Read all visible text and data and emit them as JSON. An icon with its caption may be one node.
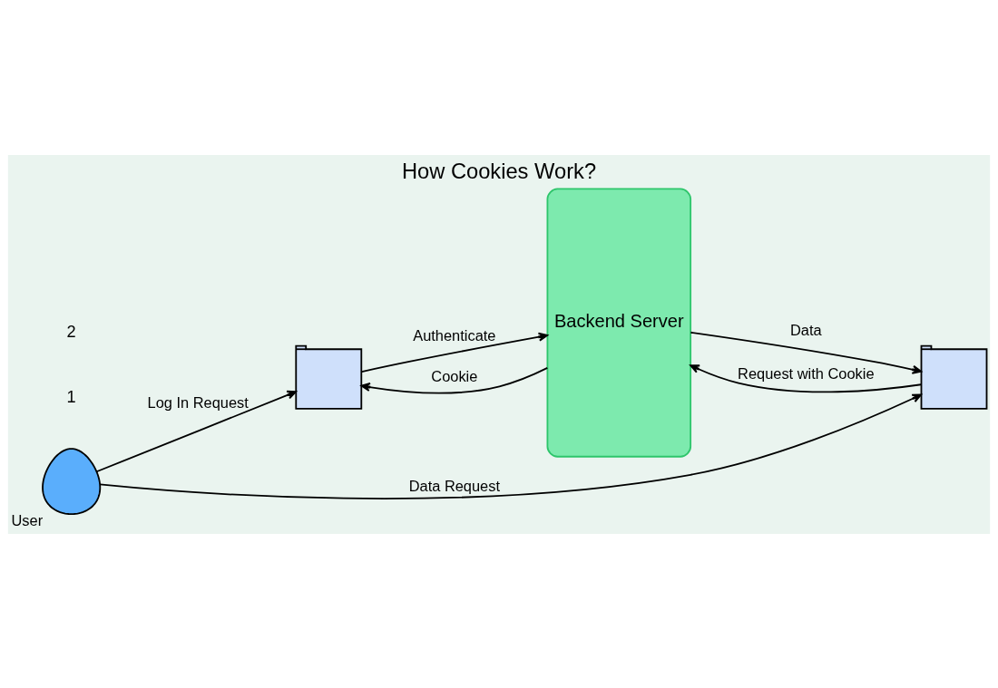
{
  "diagram": {
    "title": "How Cookies Work?",
    "nodes": [
      {
        "text": [],
        "shape": "person",
        "beside": [
          "User"
        ]
      },
      {
        "text": [],
        "shape": "picture"
      },
      {
        "text": [],
        "shape": "picture"
      },
      {
        "text": [
          "Backend Server"
        ]
      }
    ],
    "edges": [
      {
        "from": 0,
        "to": 1,
        "arrow": "to",
        "label": "Log In Request"
      },
      {
        "from": 1,
        "to": 3,
        "arrow": "to",
        "label": "Authenticate"
      },
      {
        "from": 3,
        "to": 1,
        "arrow": "to",
        "label": "Cookie"
      },
      {
        "from": 0,
        "to": 2,
        "arrow": "to",
        "label": "Data Request"
      },
      {
        "from": 2,
        "to": 3,
        "arrow": "to",
        "label": "Request with Cookie"
      },
      {
        "from": 3,
        "to": 2,
        "arrow": "to",
        "label": "Data"
      }
    ],
    "labels": [
      "1",
      "2"
    ]
  }
}
